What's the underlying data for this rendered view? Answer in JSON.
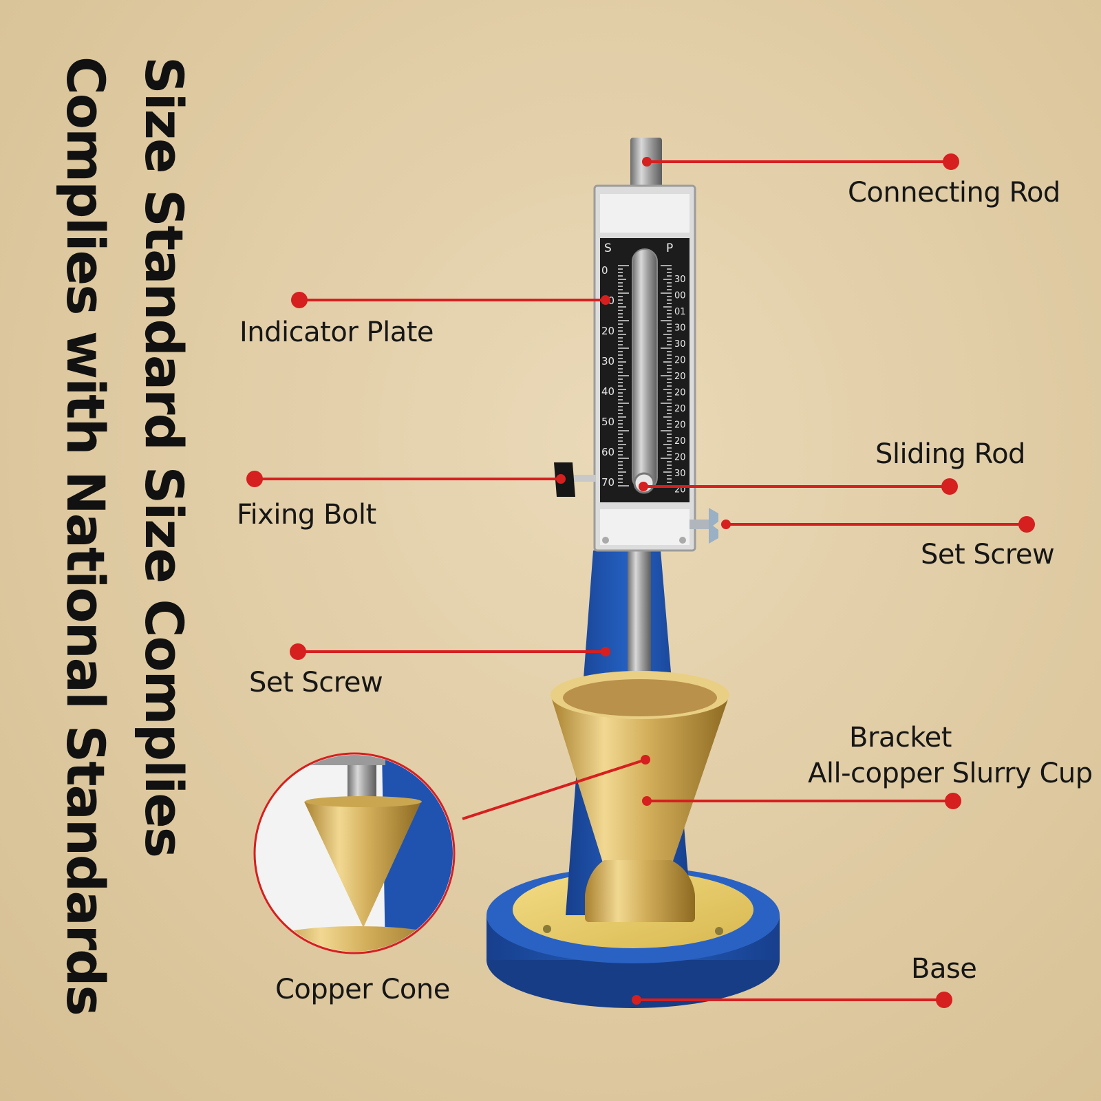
{
  "title": {
    "line1": "Size Standard Size Complies",
    "line2": "Complies with National Standards"
  },
  "scale": {
    "header_left": "S",
    "header_right": "P",
    "left_ticks": [
      "0",
      "10",
      "20",
      "30",
      "40",
      "50",
      "60",
      "70"
    ],
    "right_ticks": [
      "30",
      "00",
      "01",
      "30",
      "30",
      "20",
      "20",
      "20",
      "20",
      "20",
      "20",
      "20",
      "30",
      "20"
    ]
  },
  "labels": {
    "connecting_rod": "Connecting Rod",
    "indicator_plate": "Indicator Plate",
    "sliding_rod": "Sliding Rod",
    "fixing_bolt": "Fixing Bolt",
    "set_screw_right": "Set Screw",
    "set_screw_left": "Set Screw",
    "bracket": "Bracket",
    "slurry_cup": "All-copper Slurry Cup",
    "copper_cone": "Copper Cone",
    "base": "Base"
  },
  "colors": {
    "background": "#e4d2ad",
    "callout": "#d61f1f",
    "stand_blue": "#1f55b0",
    "brass": "#d9b763",
    "scale_plate": "#1c1c1c"
  }
}
